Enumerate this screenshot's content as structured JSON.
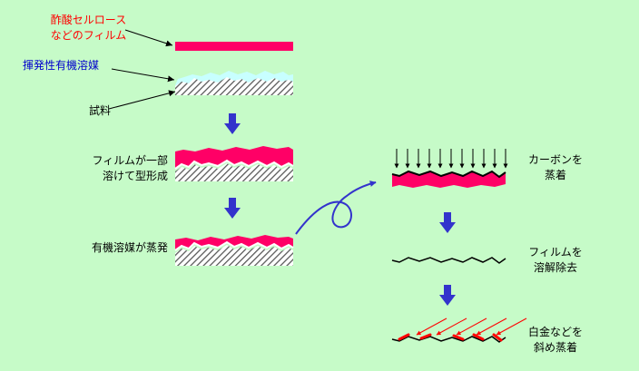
{
  "labels": {
    "film_line1": "酢酸セルロース",
    "film_line2": "などのフィルム",
    "solvent": "揮発性有機溶媒",
    "sample": "試料",
    "step2_line1": "フィルムが一部",
    "step2_line2": "溶けて型形成",
    "step3": "有機溶媒が蒸発",
    "carbon_line1": "カーボンを",
    "carbon_line2": "蒸着",
    "dissolve_line1": "フィルムを",
    "dissolve_line2": "溶解除去",
    "shadow_line1": "白金などを",
    "shadow_line2": "斜め蒸着"
  },
  "colors": {
    "background": "#c6fbc8",
    "film": "#ff0066",
    "solvent": "#c8ffff",
    "arrow": "#3333cc",
    "shadow_arrow": "#ff0000",
    "label_red": "#ff0000",
    "label_blue": "#0000cc"
  },
  "icons": {
    "step_arrow": "down-arrow-icon",
    "curve_arrow": "curved-arrow-icon",
    "evaporation_arrow": "small-down-arrow-icon",
    "oblique_arrow": "diagonal-arrow-icon"
  }
}
